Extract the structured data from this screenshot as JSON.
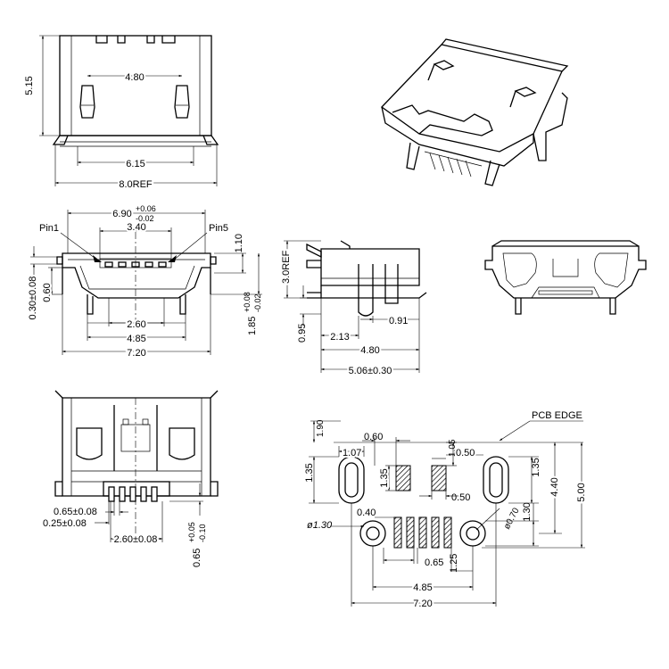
{
  "views": {
    "top": {
      "dims": {
        "height": "5.15",
        "pitch": "4.80",
        "inner": "6.15",
        "overall": "8.0REF"
      }
    },
    "front": {
      "pin1": "Pin1",
      "pin5": "Pin5",
      "width_tol_main": "6.90",
      "width_tol_plus": "+0.06",
      "width_tol_minus": "-0.02",
      "d340": "3.40",
      "d110": "1.10",
      "d030": "0.30±0.08",
      "d060": "0.60",
      "d260": "2.60",
      "d485": "4.85",
      "d720": "7.20",
      "d185_main": "1.85",
      "d185_plus": "+0.08",
      "d185_minus": "-0.02"
    },
    "side": {
      "d30ref": "3.0REF",
      "d095": "0.95",
      "d213": "2.13",
      "d091": "0.91",
      "d480": "4.80",
      "d506": "5.06±0.30"
    },
    "bottom": {
      "d065": "0.65±0.08",
      "d025": "0.25±0.08",
      "d260": "2.60±0.08",
      "d065b_main": "0.65",
      "d065b_plus": "+0.05",
      "d065b_minus": "-0.10"
    },
    "pcb": {
      "edge": "PCB EDGE",
      "d190": "1.90",
      "d060": "0.60",
      "d105": "1.05",
      "d135a": "1.35",
      "d107": "1.07",
      "d135b": "1.35",
      "d050a": "0.50",
      "d135c": "1.35",
      "d050b": "0.50",
      "d440": "4.40",
      "d500": "5.00",
      "d130": "1.30",
      "d070": "ø0.70",
      "d040": "0.40",
      "dia130": "ø1.30",
      "d065": "0.65",
      "d125": "1.25",
      "d485": "4.85",
      "d720": "7.20"
    }
  }
}
